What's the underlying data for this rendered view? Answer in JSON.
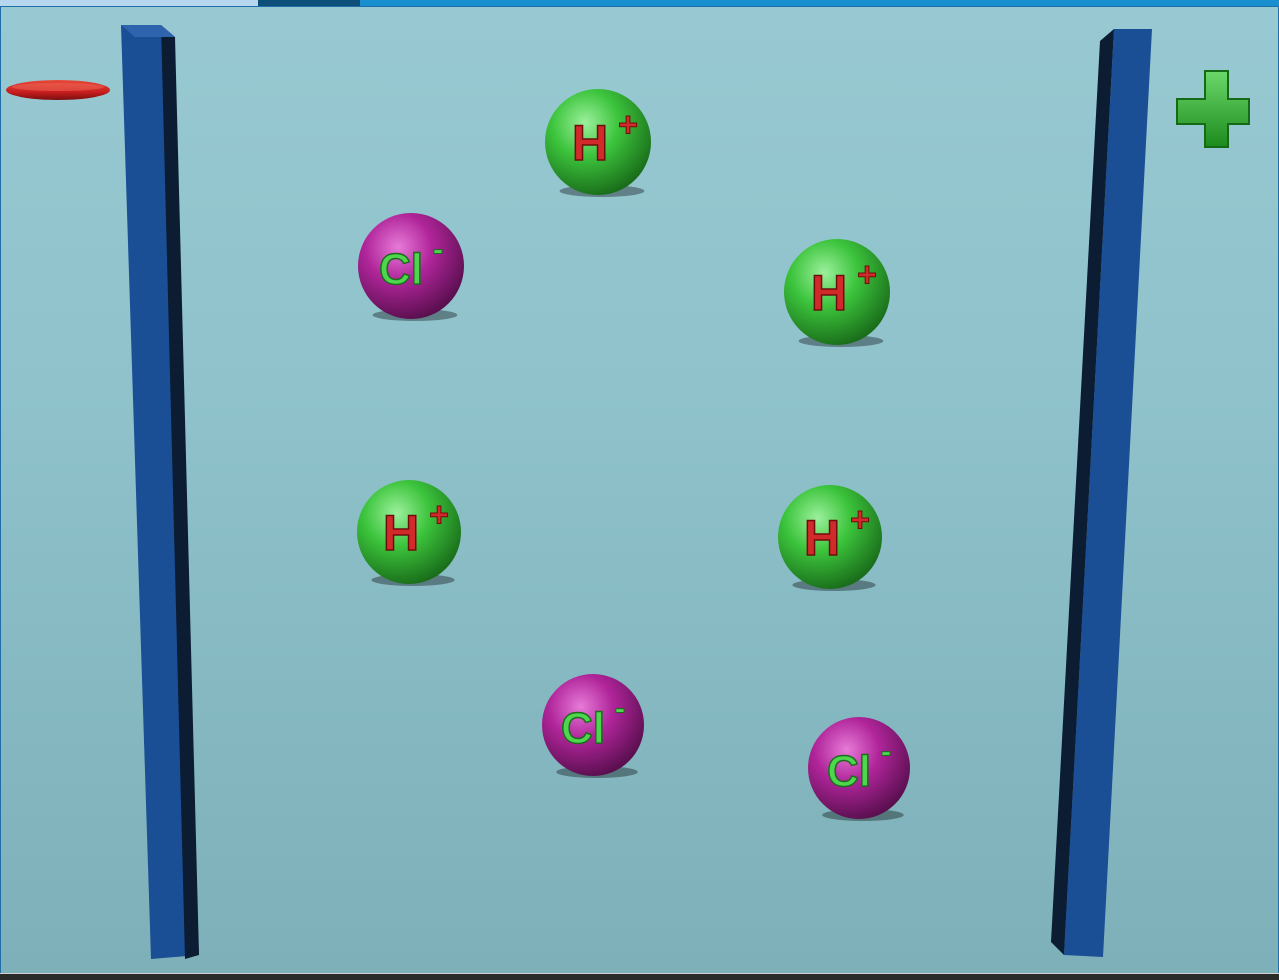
{
  "scene": {
    "negative_sign": "−",
    "positive_sign": "+",
    "ions": [
      {
        "element": "H",
        "charge": "+",
        "kind": "cation"
      },
      {
        "element": "Cl",
        "charge": "-",
        "kind": "anion"
      },
      {
        "element": "H",
        "charge": "+",
        "kind": "cation"
      },
      {
        "element": "H",
        "charge": "+",
        "kind": "cation"
      },
      {
        "element": "H",
        "charge": "+",
        "kind": "cation"
      },
      {
        "element": "Cl",
        "charge": "-",
        "kind": "anion"
      },
      {
        "element": "Cl",
        "charge": "-",
        "kind": "anion"
      }
    ]
  },
  "colors": {
    "background": "#8fc2cb",
    "electrode": "#1a4f96",
    "electrode_shadow": "#0b1c33",
    "cation_sphere": "#3cc43c",
    "cation_text": "#d22a2a",
    "anion_sphere": "#b0259a",
    "anion_text": "#4fd64f",
    "negative_sign": "#c81e1e",
    "positive_sign": "#2fb52f"
  }
}
